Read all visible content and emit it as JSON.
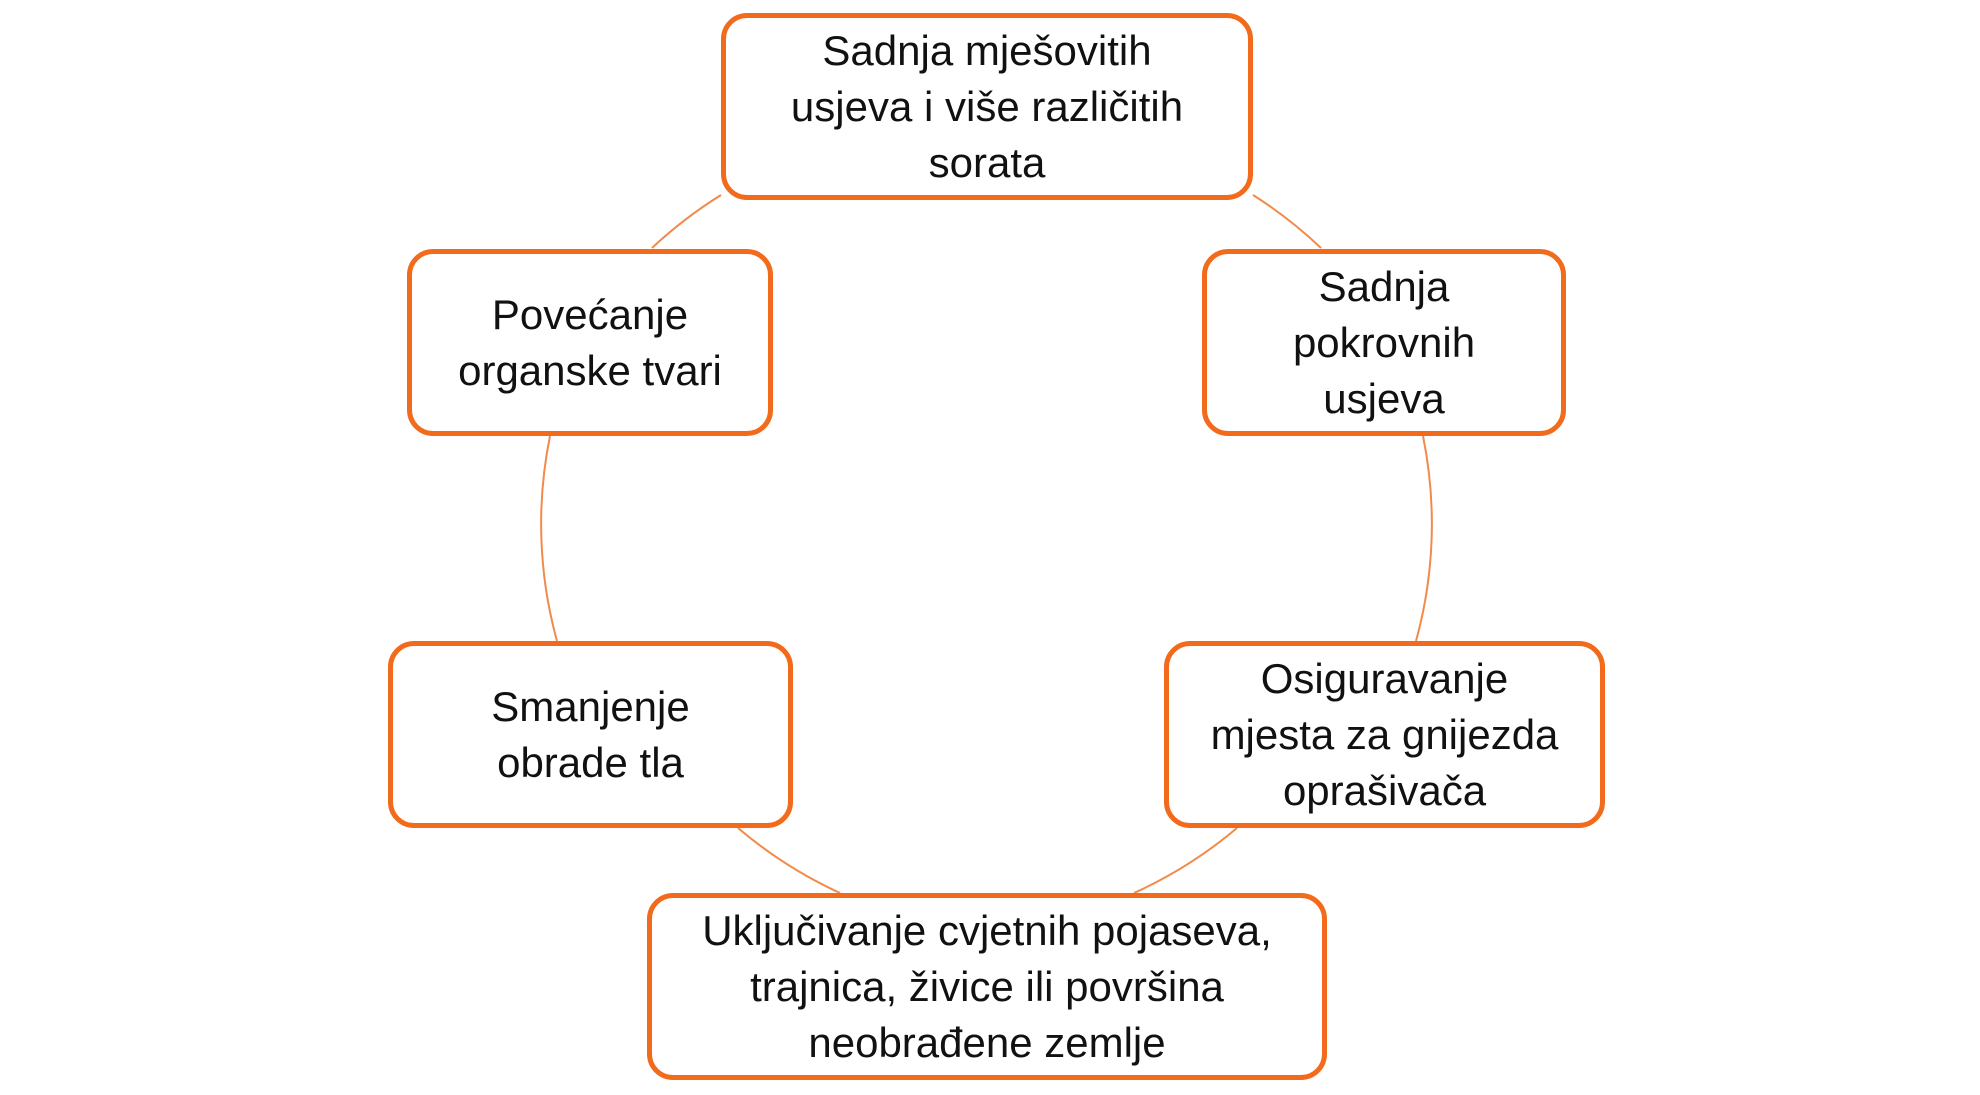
{
  "diagram": {
    "accent_color": "#f26b1d",
    "text_color": "#111111",
    "connector_color": "#f28a4a",
    "nodes": [
      {
        "id": "top",
        "text": "Sadnja mješovitih\nusjeva i više različitih\nsorata"
      },
      {
        "id": "right",
        "text": "Sadnja\npokrovnih\nusjeva"
      },
      {
        "id": "low-right",
        "text": "Osiguravanje\nmjesta za gnijezda\noprašivača"
      },
      {
        "id": "bottom",
        "text": "Uključivanje cvjetnih pojaseva,\ntrajnica, živice ili površina\nneobrađene zemlje"
      },
      {
        "id": "low-left",
        "text": "Smanjenje\nobrade tla"
      },
      {
        "id": "left",
        "text": "Povećanje\norganske tvari"
      }
    ]
  }
}
